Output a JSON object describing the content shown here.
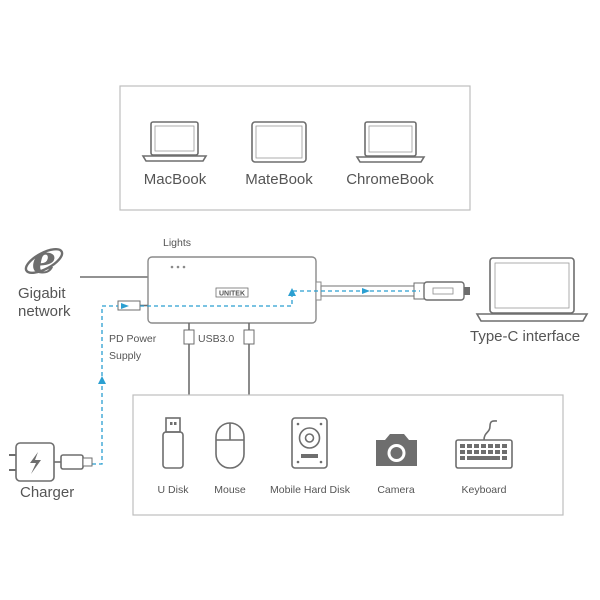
{
  "colors": {
    "data_flow": "#2b9fd1",
    "device_outline": "#6e6e6e",
    "box_border": "#bdbdbd",
    "text": "#555555"
  },
  "computers": [
    {
      "label": "MacBook",
      "icon": "laptop-icon"
    },
    {
      "label": "MateBook",
      "icon": "tablet-icon"
    },
    {
      "label": "ChromeBook",
      "icon": "laptop-icon"
    }
  ],
  "hub": {
    "brand": "UNITEK",
    "lights_label": "Lights",
    "usb_label": "USB3.0",
    "pd_label_line1": "PD Power",
    "pd_label_line2": "Supply"
  },
  "network": {
    "label_line1": "Gigabit",
    "label_line2": "network",
    "icon": "internet-explorer-icon"
  },
  "host": {
    "label": "Type-C interface",
    "icon": "laptop-icon"
  },
  "charger": {
    "label": "Charger",
    "icon": "charger-icon"
  },
  "peripherals": [
    {
      "label": "U Disk",
      "icon": "usb-drive-icon"
    },
    {
      "label": "Mouse",
      "icon": "mouse-icon"
    },
    {
      "label": "Mobile Hard Disk",
      "icon": "hard-disk-icon"
    },
    {
      "label": "Camera",
      "icon": "camera-icon"
    },
    {
      "label": "Keyboard",
      "icon": "keyboard-icon"
    }
  ]
}
